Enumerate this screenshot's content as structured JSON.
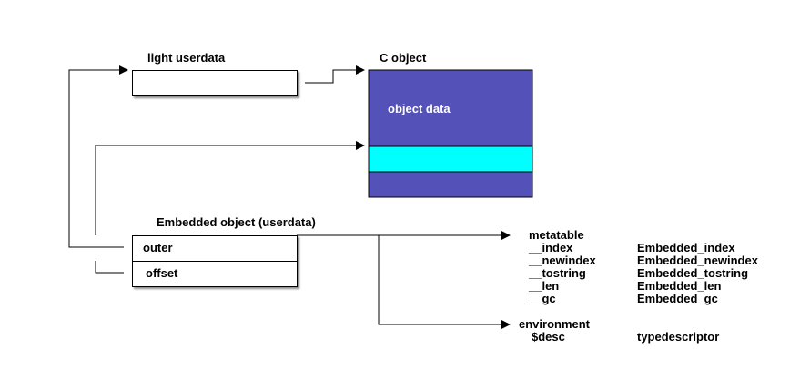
{
  "colors": {
    "c_object_fill": "#5452b8",
    "c_object_band": "#00ffff",
    "line": "#000000",
    "box_fill": "#ffffff"
  },
  "light_userdata": {
    "title": "light userdata"
  },
  "c_object": {
    "title": "C object",
    "data_label": "object data"
  },
  "embedded": {
    "title": "Embedded object (userdata)",
    "fields": [
      "outer",
      "offset"
    ]
  },
  "metatable": {
    "title": "metatable",
    "keys": [
      "__index",
      "__newindex",
      "__tostring",
      "__len",
      "__gc"
    ],
    "values": [
      "Embedded_index",
      "Embedded_newindex",
      "Embedded_tostring",
      "Embedded_len",
      "Embedded_gc"
    ]
  },
  "environment": {
    "title": "environment",
    "key": "$desc",
    "value": "typedescriptor"
  }
}
